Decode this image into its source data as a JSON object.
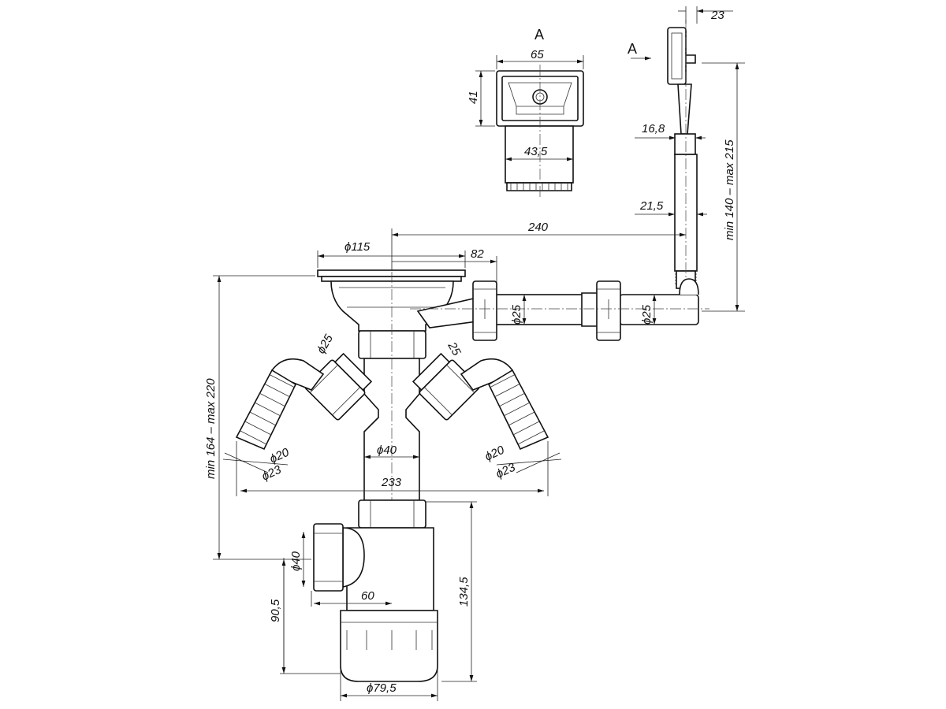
{
  "view_label": "A",
  "section_arrow_label": "A",
  "dimensions": {
    "view_width": "65",
    "view_height": "41",
    "view_neck": "43,5",
    "head_width": "23",
    "tube_upper": "16,8",
    "tube_lower": "21,5",
    "overflow_height": "min 140 – max 215",
    "overflow_distance": "240",
    "strainer_diameter": "ϕ115",
    "overflow_offset": "82",
    "pipe_diameter_1": "ϕ25",
    "pipe_diameter_2": "ϕ25",
    "left_branch": "ϕ25",
    "right_branch": "25",
    "left_hose_inner": "ϕ20",
    "left_hose_outer": "ϕ23",
    "right_hose_inner": "ϕ20",
    "right_hose_outer": "ϕ23",
    "main_pipe": "ϕ40",
    "total_width": "233",
    "total_height": "min 164 – max 220",
    "outlet_diameter": "ϕ40",
    "outlet_offset": "60",
    "outlet_height": "90,5",
    "trap_height": "134,5",
    "trap_diameter": "ϕ79,5"
  }
}
